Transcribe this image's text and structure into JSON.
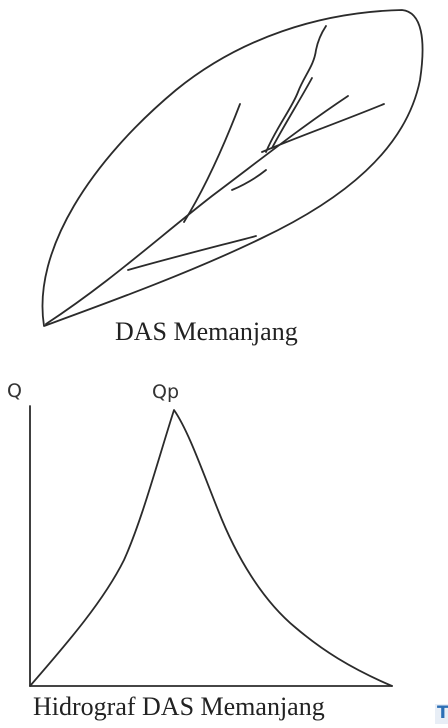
{
  "captions": {
    "catchment": "DAS Memanjang",
    "hydrograph": "Hidrograf DAS Memanjang"
  },
  "hydrograph_labels": {
    "y_axis": "Q",
    "peak": "Qp"
  },
  "edge_glyph": "T",
  "colors": {
    "stroke": "#2b2b2b",
    "text": "#222222",
    "edge_glyph": "#2d6fb5"
  }
}
